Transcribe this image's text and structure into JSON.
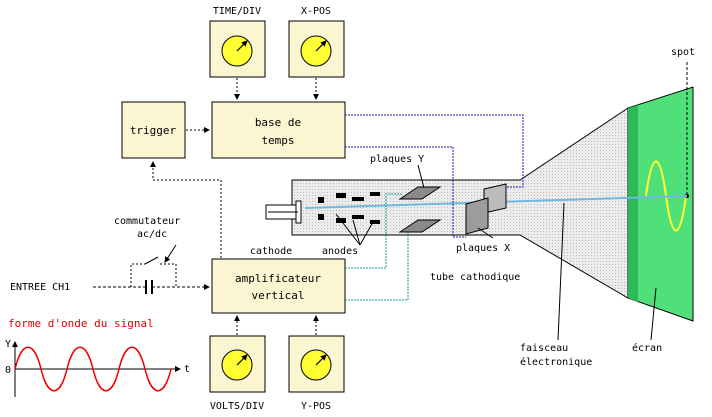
{
  "diagram": {
    "labels": {
      "time_div": "TIME/DIV",
      "x_pos": "X-POS",
      "spot": "spot",
      "trigger": "trigger",
      "base_temps_1": "base de",
      "base_temps_2": "temps",
      "plaques_y": "plaques Y",
      "plaques_x": "plaques X",
      "cathode": "cathode",
      "anodes": "anodes",
      "commutateur_1": "commutateur",
      "commutateur_2": "ac/dc",
      "entree": "ENTREE CH1",
      "ampli_1": "amplificateur",
      "ampli_2": "vertical",
      "tube": "tube cathodique",
      "forme_onde": "forme d'onde du signal",
      "axis_y": "Y",
      "axis_origin": "0",
      "axis_t": "t",
      "volts_div": "VOLTS/DIV",
      "y_pos": "Y-POS",
      "faisceau_1": "faisceau",
      "faisceau_2": "électronique",
      "ecran": "écran"
    },
    "colors": {
      "box_fill": "#fcf5d2",
      "knob_fill": "#ffff33",
      "screen_fill": "#50e07a",
      "tube_fill": "#e9e9e9",
      "beam": "#6fb8e0",
      "wire_blue": "#1a1aa8",
      "wire_teal": "#129898",
      "signal_red": "#ee0000"
    }
  }
}
